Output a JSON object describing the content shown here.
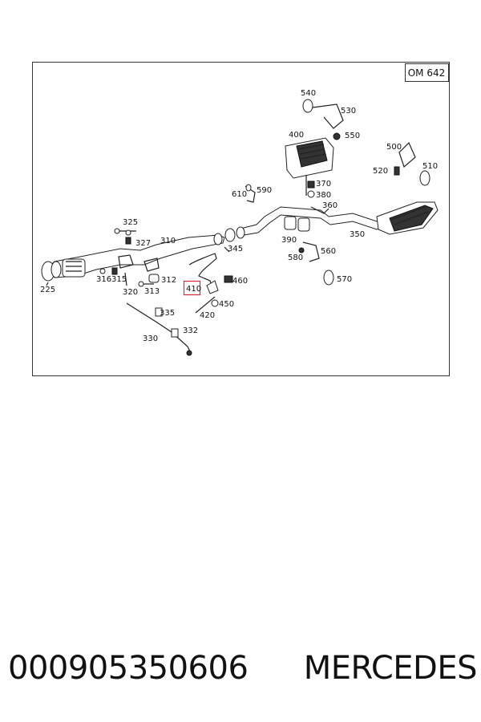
{
  "diagram": {
    "badge": "OM 642",
    "highlighted_label": "410",
    "labels": {
      "l540": "540",
      "l530": "530",
      "l550": "550",
      "l400": "400",
      "l500": "500",
      "l510": "510",
      "l520": "520",
      "l370": "370",
      "l380": "380",
      "l360": "360",
      "l610": "610",
      "l590": "590",
      "l325": "325",
      "l327": "327",
      "l310": "310",
      "l345": "345",
      "l390": "390",
      "l350": "350",
      "l560": "560",
      "l580": "580",
      "l570": "570",
      "l316": "316",
      "l315": "315",
      "l312": "312",
      "l320": "320",
      "l313": "313",
      "l225": "225",
      "l460": "460",
      "l450": "450",
      "l420": "420",
      "l335": "335",
      "l332": "332",
      "l330": "330"
    }
  },
  "caption": {
    "part_number": "000905350606",
    "brand": "MERCEDES"
  }
}
